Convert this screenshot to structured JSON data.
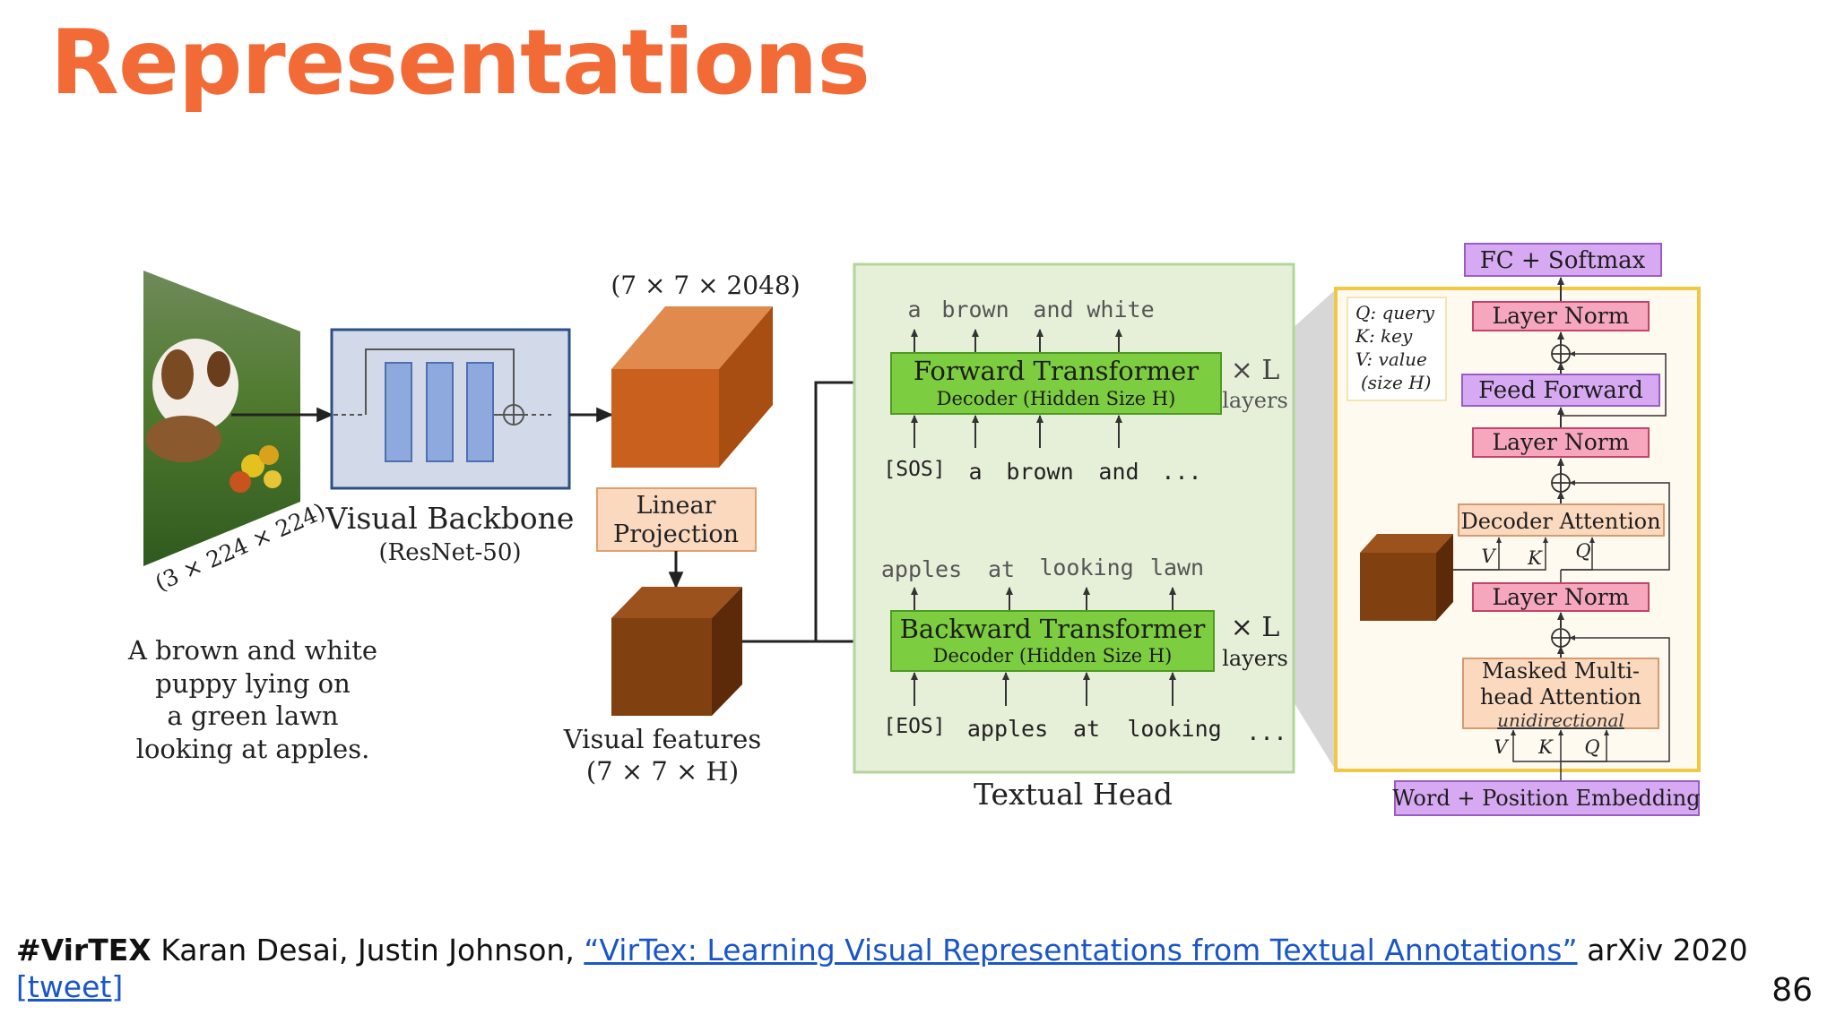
{
  "slide": {
    "title": "Representations",
    "page_number": "86"
  },
  "footer": {
    "tag": "#VirTEX",
    "authors": " Karan Desai, Justin Johnson, ",
    "paper_link": "“VirTex: Learning Visual Representations from Textual Annotations”",
    "venue": " arXiv 2020",
    "tweet_link": "[tweet]"
  },
  "diagram": {
    "input_dims": "(3 × 224 × 224)",
    "caption_lines": [
      "A brown and white",
      "puppy lying on",
      "a green lawn",
      "looking at apples."
    ],
    "backbone_label": "Visual Backbone",
    "backbone_sub": "(ResNet-50)",
    "feature_dims": "(7 × 7 × 2048)",
    "linear_projection": [
      "Linear",
      "Projection"
    ],
    "visual_features": [
      "Visual features",
      "(7 × 7 × H)"
    ],
    "textual_head": "Textual Head",
    "forward": {
      "outputs": [
        "a",
        "brown",
        "and",
        "white"
      ],
      "title": "Forward  Transformer",
      "sub": "Decoder (Hidden Size H)",
      "inputs": [
        "[SOS]",
        "a",
        "brown",
        "and",
        "..."
      ]
    },
    "backward": {
      "outputs": [
        "apples",
        "at",
        "looking",
        "lawn"
      ],
      "title": "Backward  Transformer",
      "sub": "Decoder (Hidden Size H)",
      "inputs": [
        "[EOS]",
        "apples",
        "at",
        "looking",
        "..."
      ]
    },
    "times_l": "× L",
    "layers": "layers",
    "legend": [
      "Q: query",
      "K: key",
      "V: value",
      "(size H)"
    ],
    "detail": {
      "fc_softmax": "FC + Softmax",
      "layer_norm": "Layer Norm",
      "feed_forward": "Feed Forward",
      "decoder_attention": "Decoder Attention",
      "masked_attention": [
        "Masked Multi-",
        "head Attention"
      ],
      "unidirectional": "unidirectional",
      "embedding": "Word + Position Embedding",
      "v": "V",
      "k": "K",
      "q": "Q"
    },
    "colors": {
      "accent": "#f26a36",
      "green_block": "#7ccd3f",
      "green_panel": "#e6f0d8",
      "pink_block": "#f6a7bd",
      "purple_block": "#d7a9f2",
      "peach_block": "#fbd9bf",
      "yellow_border": "#f0c844",
      "cube_orange": "#c9601e",
      "cube_brown": "#80400f"
    }
  }
}
